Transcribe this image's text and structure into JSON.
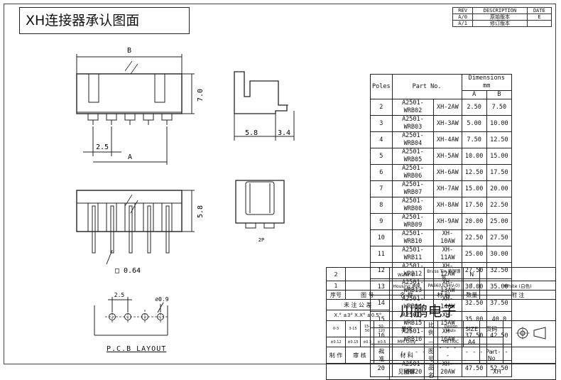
{
  "title": "XH连接器承认图面",
  "rev_table": {
    "headers": [
      "REV",
      "DESCRIPTION",
      "DATE"
    ],
    "rows": [
      [
        "A/0",
        "原始版本",
        "E"
      ],
      [
        "A/1",
        "修订版本",
        ""
      ]
    ]
  },
  "dimensions": {
    "b_label": "B",
    "a_label": "A",
    "height": "7.0",
    "pitch": "2.5",
    "side_w1": "5.8",
    "side_w2": "3.4",
    "bottom_h": "5.8",
    "pin_size": "□ 0.64",
    "pcb_pitch": "2.5",
    "hole_dia": "⌀0.9",
    "small_label": "2P"
  },
  "pcb_label": "P.C.B LAYOUT",
  "pole_table": {
    "headers": {
      "poles": "Poles",
      "part": "Part No.",
      "dims": "Dimensions mm",
      "a": "A",
      "b": "B"
    },
    "rows": [
      [
        "2",
        "A2501-WRB02",
        "XH-2AW",
        "2.50",
        "7.50"
      ],
      [
        "3",
        "A2501-WRB03",
        "XH-3AW",
        "5.00",
        "10.00"
      ],
      [
        "4",
        "A2501-WRB04",
        "XH-4AW",
        "7.50",
        "12.50"
      ],
      [
        "5",
        "A2501-WRB05",
        "XH-5AW",
        "10.00",
        "15.00"
      ],
      [
        "6",
        "A2501-WRB06",
        "XH-6AW",
        "12.50",
        "17.50"
      ],
      [
        "7",
        "A2501-WRB07",
        "XH-7AW",
        "15.00",
        "20.00"
      ],
      [
        "8",
        "A2501-WRB08",
        "XH-8AW",
        "17.50",
        "22.50"
      ],
      [
        "9",
        "A2501-WRB09",
        "XH-9AW",
        "20.00",
        "25.00"
      ],
      [
        "10",
        "A2501-WRB10",
        "XH-10AW",
        "22.50",
        "27.50"
      ],
      [
        "11",
        "A2501-WRB11",
        "XH-11AW",
        "25.00",
        "30.00"
      ],
      [
        "12",
        "A2501-WRB12",
        "XH-12AW",
        "27.50",
        "32.50"
      ],
      [
        "13",
        "A2501-WRB13",
        "XH-13AW",
        "30.00",
        "35.00"
      ],
      [
        "14",
        "A2501-WRB14",
        "XH-14AW",
        "32.50",
        "37.50"
      ],
      [
        "15",
        "A2501-WRB15",
        "XH-15AW",
        "35.00",
        "40.0"
      ],
      [
        "16",
        "A2501-WRB16",
        "XH-16AW",
        "37.50",
        "42.50"
      ],
      [
        "--",
        "- - - -",
        "- - - -",
        "- - -",
        "- - -"
      ],
      [
        "20",
        "A2501-WRB20",
        "XH-20AW",
        "47.50",
        "52.50"
      ]
    ]
  },
  "title_block": {
    "r1": {
      "no": "2",
      "name": "Wafer 针",
      "mat": "Brass Tin 黄铜镀锡",
      "qty": "N"
    },
    "r2": {
      "no": "1",
      "name": "Housing 承座",
      "mat": "PA66(UL94V-0)",
      "qty": "I",
      "note": "White (白色)"
    },
    "hdr": {
      "no": "序号",
      "name": "图  号",
      "name2": "名 称",
      "mat": "材  料",
      "qty": "数量",
      "note": "附  注"
    },
    "tol_title": "未 注 公 差",
    "tol_vals": "X.° ±3° X.X° ±0.5°",
    "company": "川鹏电子",
    "ranges": [
      "0-3",
      "3-15",
      "15-50",
      "50-120"
    ],
    "ranges_tol": [
      "±0.12",
      "±0.15",
      "±0.3",
      "±0.5"
    ],
    "unit": "单位",
    "ratio": "比例",
    "design_units": "Design Units",
    "size": "SIZE",
    "page": "页码",
    "mm_only": "MM Only",
    "metric": "METRIC",
    "a4": "A4",
    "make": "制 作",
    "check": "审 核",
    "approve": "批 准",
    "material": "材 料",
    "drawing_no": "图 号",
    "part_no": "Part No",
    "see_drawing": "见图解",
    "product_name": "品 名",
    "product_value": "XH"
  }
}
